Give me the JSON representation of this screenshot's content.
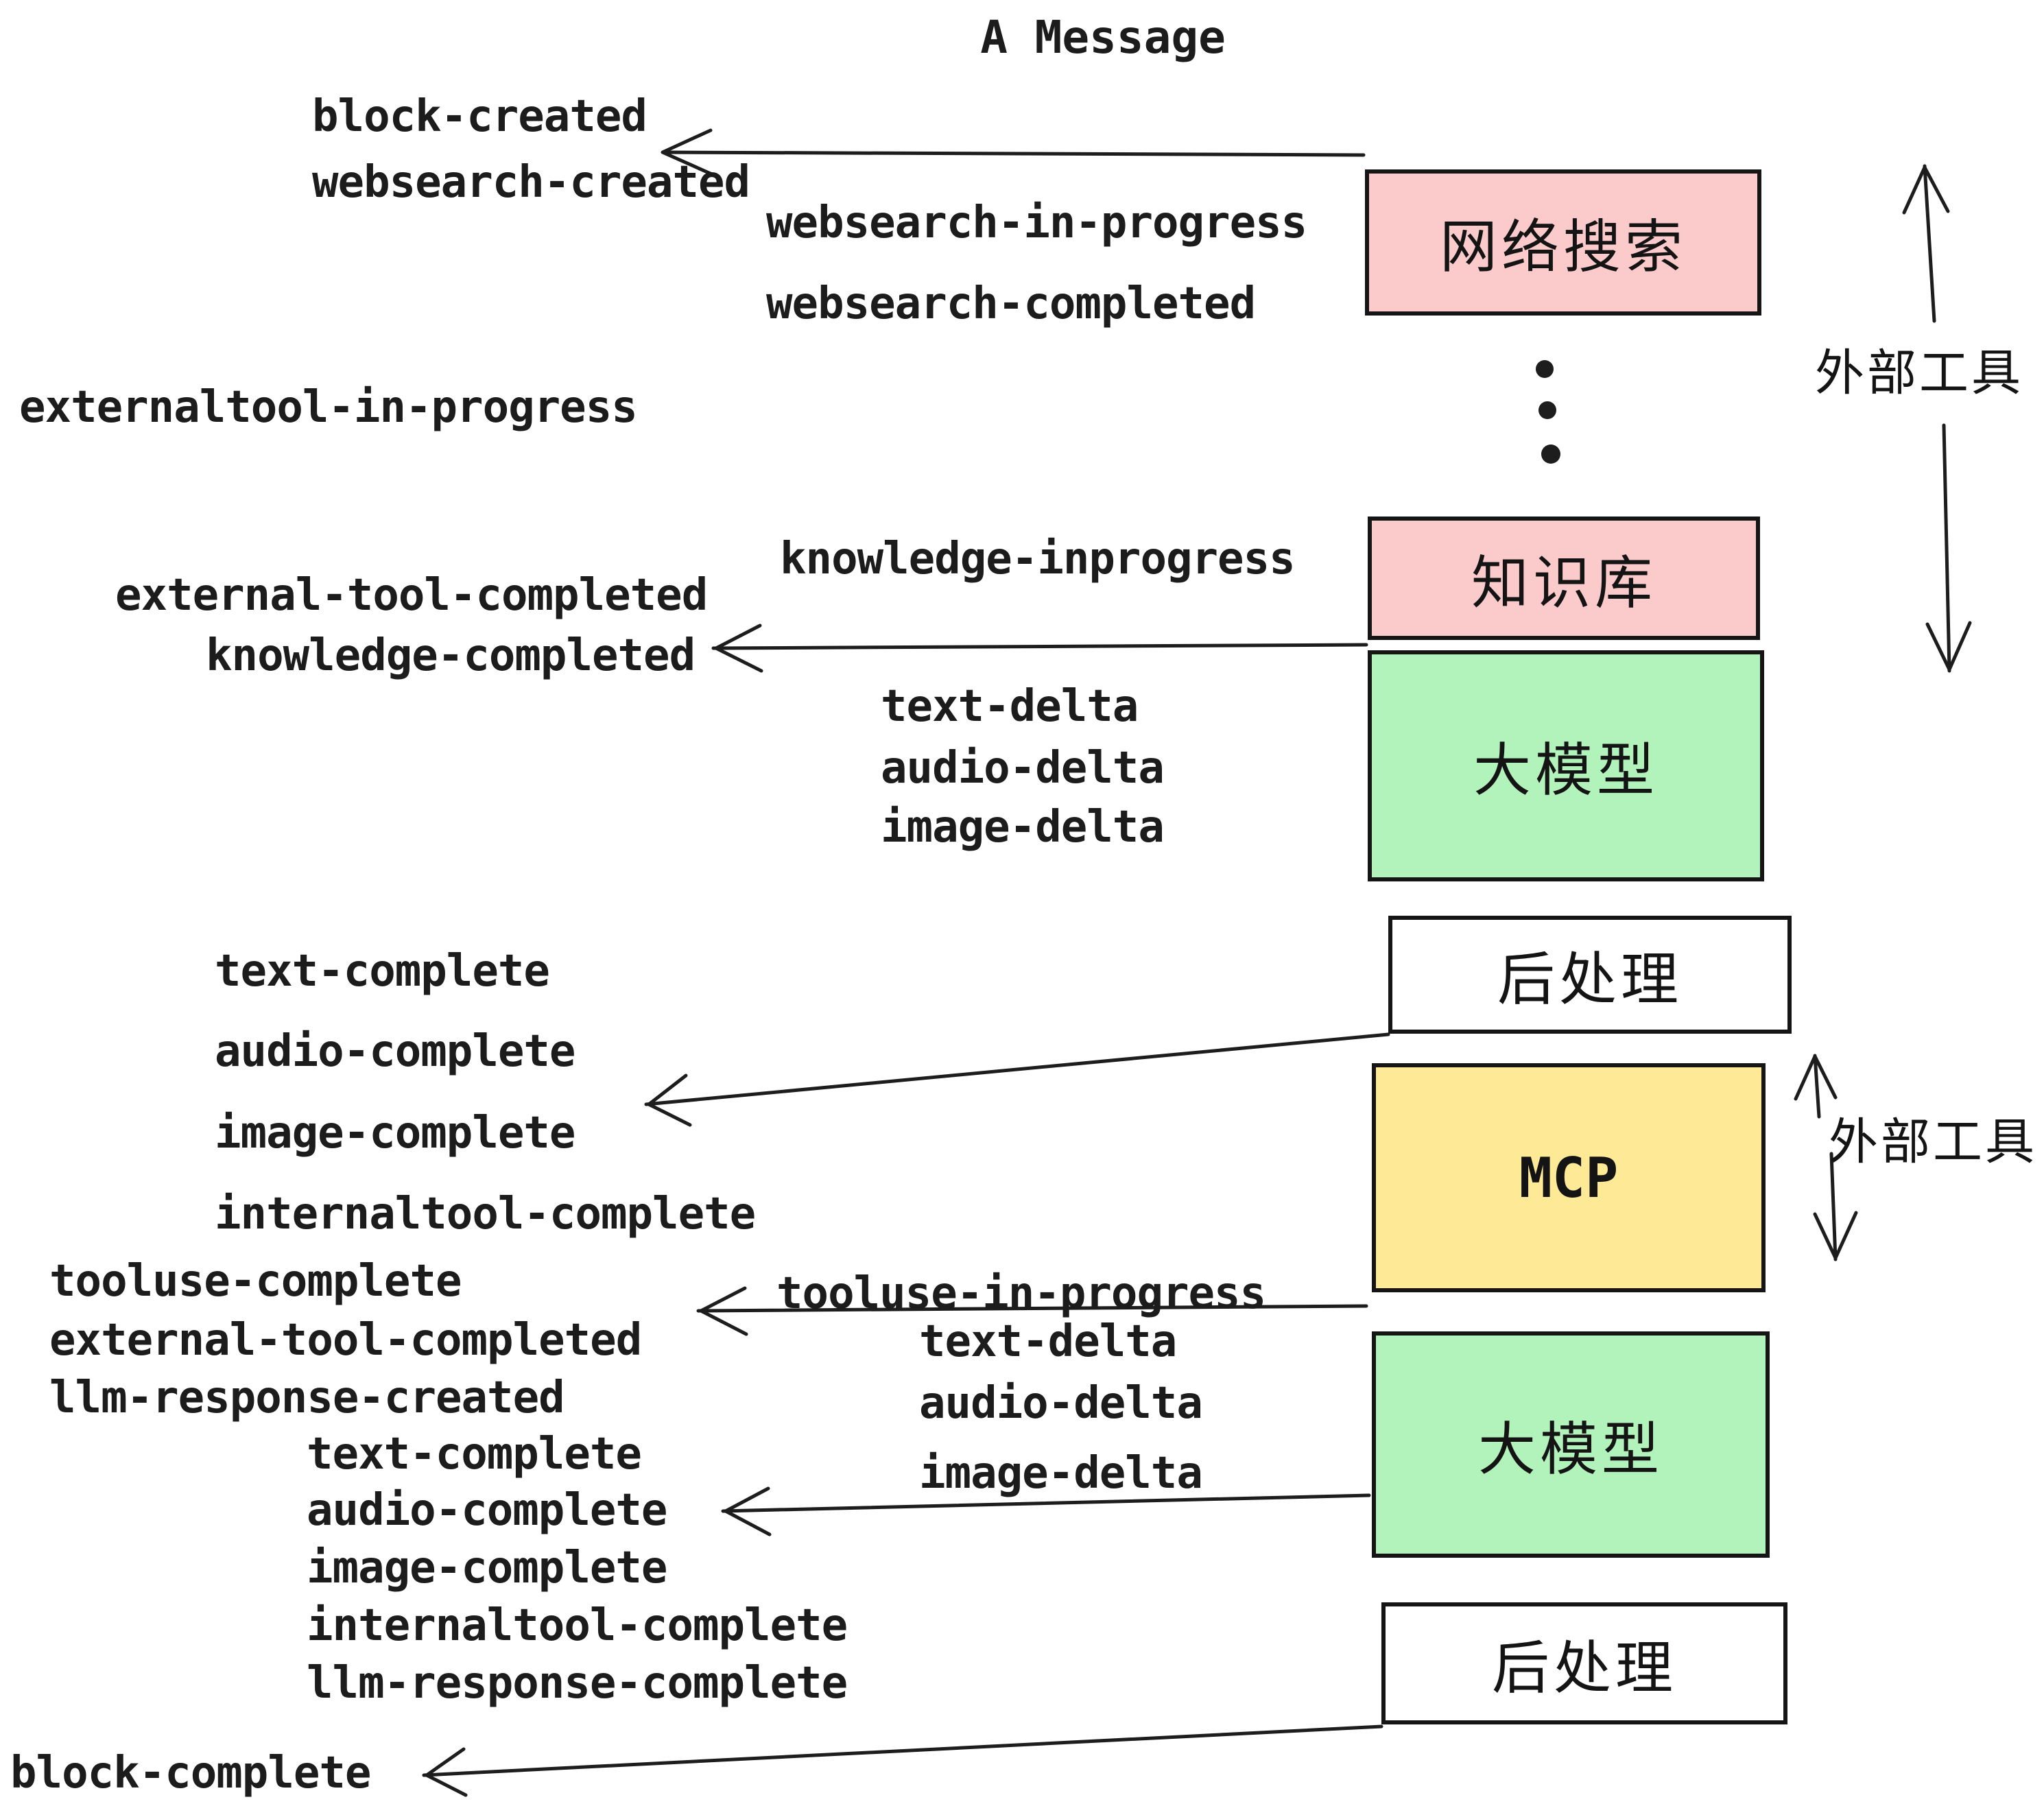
{
  "title": "A Message",
  "colors": {
    "pink": "#FBCACA",
    "green": "#B2F2BB",
    "yellow": "#FDE996",
    "white": "#FFFFFF",
    "ink": "#1C1C1C"
  },
  "boxes": [
    {
      "id": "websearch",
      "label": "网络搜索",
      "color": "pink"
    },
    {
      "id": "knowledge",
      "label": "知识库",
      "color": "pink"
    },
    {
      "id": "llm-1",
      "label": "大模型",
      "color": "green"
    },
    {
      "id": "postprocess-1",
      "label": "后处理",
      "color": "white"
    },
    {
      "id": "mcp",
      "label": "MCP",
      "color": "yellow"
    },
    {
      "id": "llm-2",
      "label": "大模型",
      "color": "green"
    },
    {
      "id": "postprocess-2",
      "label": "后处理",
      "color": "white"
    }
  ],
  "side_annotations": [
    {
      "id": "external-tools-top",
      "label": "外部工具"
    },
    {
      "id": "external-tools-mcp",
      "label": "外部工具"
    }
  ],
  "events": [
    {
      "label": "block-created"
    },
    {
      "label": "websearch-created"
    },
    {
      "label": "websearch-in-progress"
    },
    {
      "label": "websearch-completed"
    },
    {
      "label": "externaltool-in-progress"
    },
    {
      "label": "knowledge-inprogress"
    },
    {
      "label": "external-tool-completed"
    },
    {
      "label": "knowledge-completed"
    },
    {
      "label": "text-delta"
    },
    {
      "label": "audio-delta"
    },
    {
      "label": "image-delta"
    },
    {
      "label": "text-complete"
    },
    {
      "label": "audio-complete"
    },
    {
      "label": "image-complete"
    },
    {
      "label": "internaltool-complete"
    },
    {
      "label": "tooluse-in-progress"
    },
    {
      "label": "tooluse-complete"
    },
    {
      "label": "external-tool-completed"
    },
    {
      "label": "llm-response-created"
    },
    {
      "label": "text-complete"
    },
    {
      "label": "audio-complete"
    },
    {
      "label": "image-complete"
    },
    {
      "label": "internaltool-complete"
    },
    {
      "label": "llm-response-complete"
    },
    {
      "label": "text-delta"
    },
    {
      "label": "audio-delta"
    },
    {
      "label": "image-delta"
    },
    {
      "label": "block-complete"
    }
  ]
}
